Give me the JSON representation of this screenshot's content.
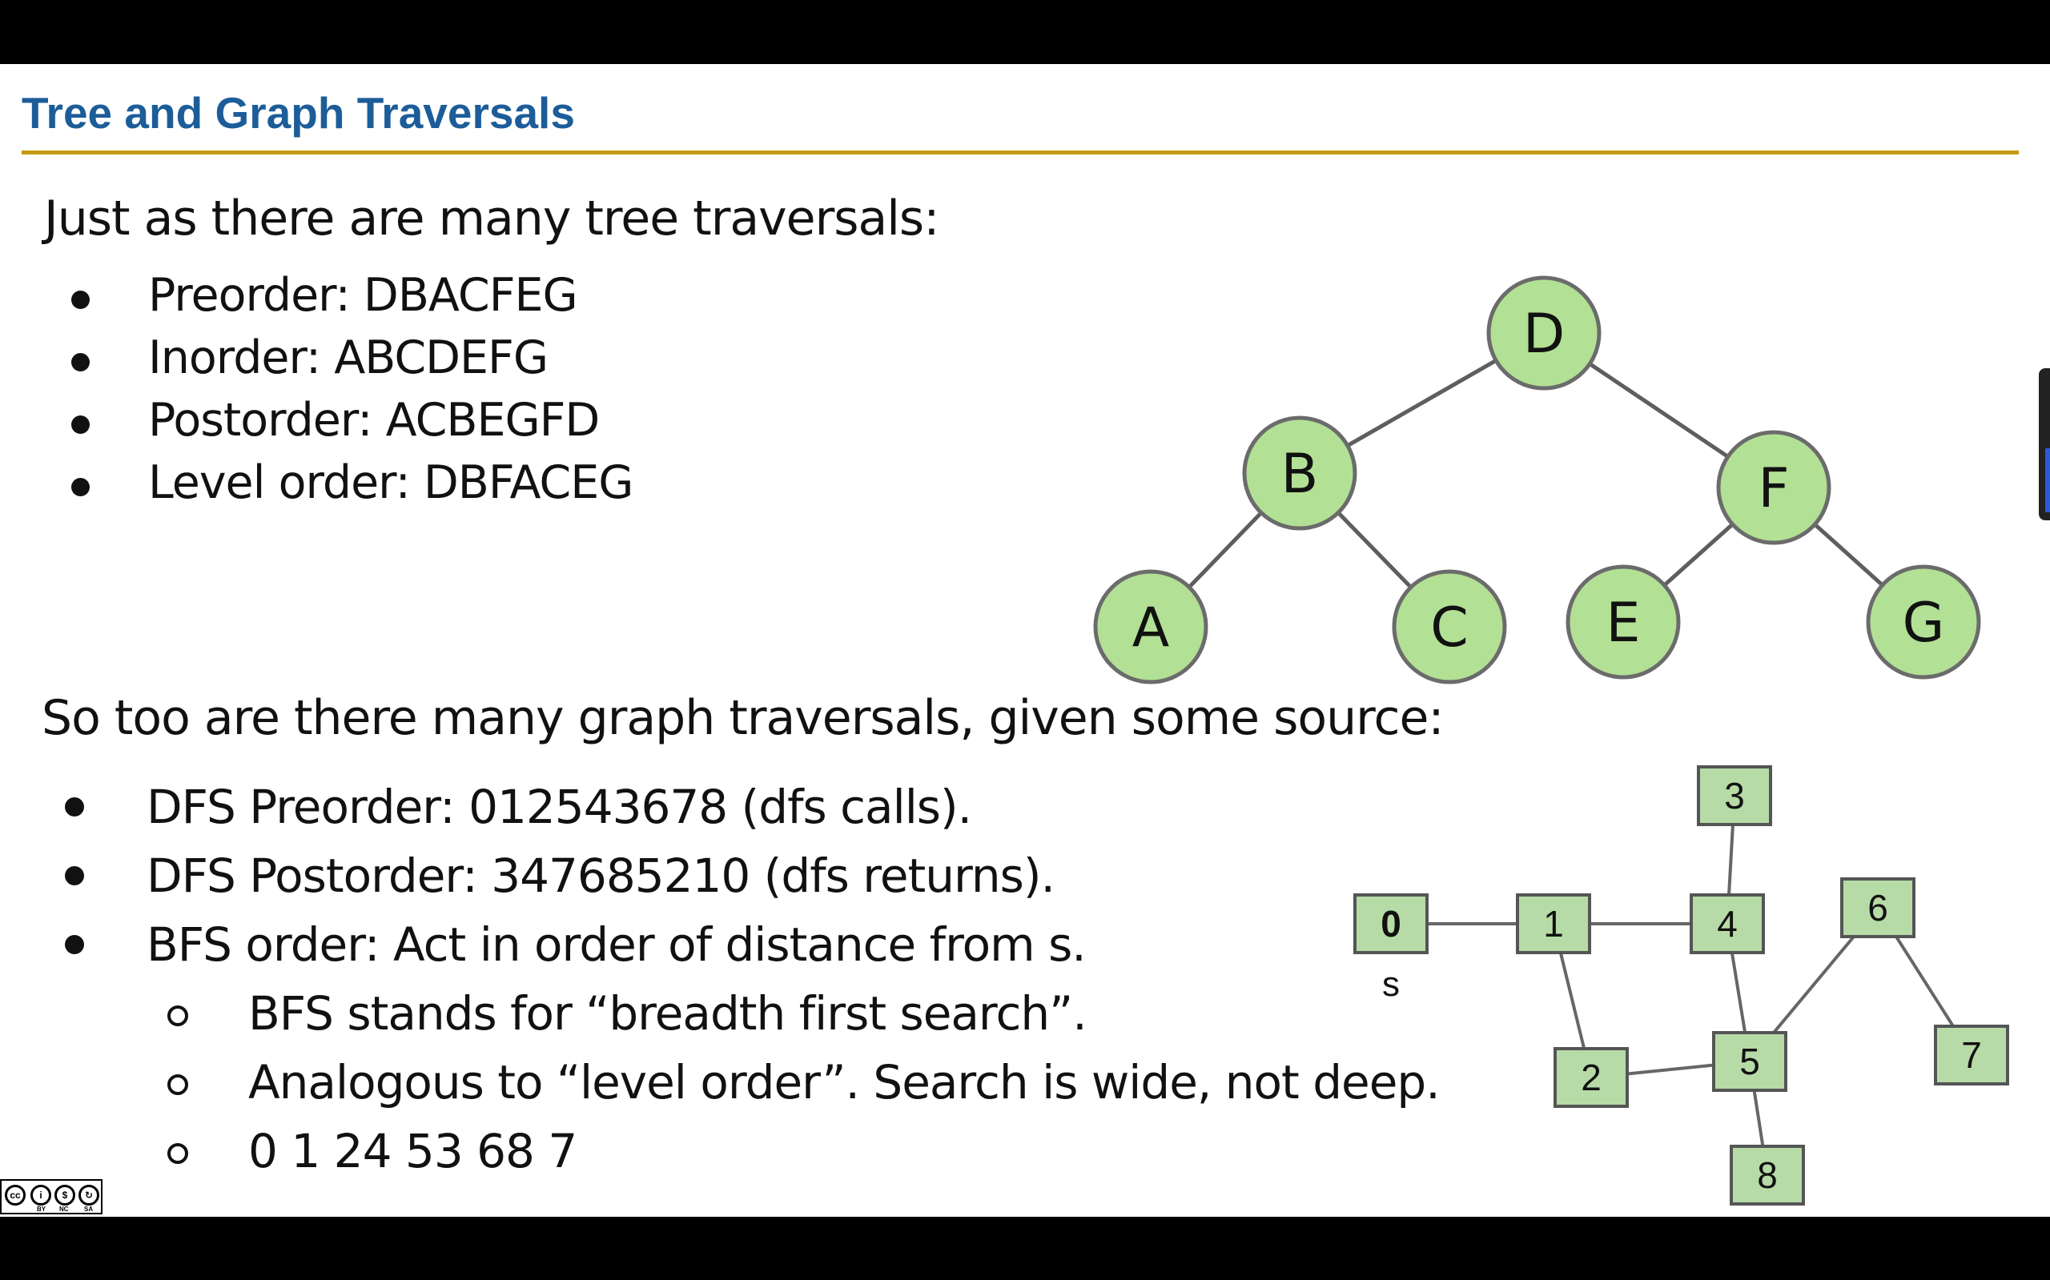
{
  "slide": {
    "title": "Tree and Graph Traversals",
    "intro_tree": "Just as there are many tree traversals:",
    "tree_bullets": [
      "Preorder: DBACFEG",
      "Inorder: ABCDEFG",
      "Postorder: ACBEGFD",
      "Level order: DBFACEG"
    ],
    "intro_graph": "So too are there many graph traversals, given some source:",
    "graph_bullets": [
      "DFS Preorder: 012543678 (dfs calls).",
      "DFS Postorder: 347685210 (dfs returns).",
      "BFS order: Act in order of distance from s."
    ],
    "graph_sub_bullets": [
      "BFS stands for “breadth first search”.",
      "Analogous to “level order”. Search is wide, not deep.",
      "0 1 24 53 68 7"
    ]
  },
  "tree": {
    "nodes": [
      "D",
      "B",
      "F",
      "A",
      "C",
      "E",
      "G"
    ],
    "edges": [
      [
        "D",
        "B"
      ],
      [
        "D",
        "F"
      ],
      [
        "B",
        "A"
      ],
      [
        "B",
        "C"
      ],
      [
        "F",
        "E"
      ],
      [
        "F",
        "G"
      ]
    ],
    "node_fill": "#b2e095",
    "node_stroke": "#6b6b6b"
  },
  "graph": {
    "nodes": [
      "0",
      "1",
      "2",
      "3",
      "4",
      "5",
      "6",
      "7",
      "8"
    ],
    "source_node": "0",
    "source_label": "s",
    "edges": [
      [
        "0",
        "1"
      ],
      [
        "1",
        "4"
      ],
      [
        "1",
        "2"
      ],
      [
        "4",
        "3"
      ],
      [
        "4",
        "5"
      ],
      [
        "2",
        "5"
      ],
      [
        "5",
        "6"
      ],
      [
        "5",
        "8"
      ],
      [
        "6",
        "7"
      ]
    ],
    "node_fill": "#b7dba7",
    "node_stroke": "#555555"
  },
  "license": {
    "icon": "cc-by-nc-sa-icon",
    "labels": [
      "BY",
      "NC",
      "SA"
    ]
  }
}
